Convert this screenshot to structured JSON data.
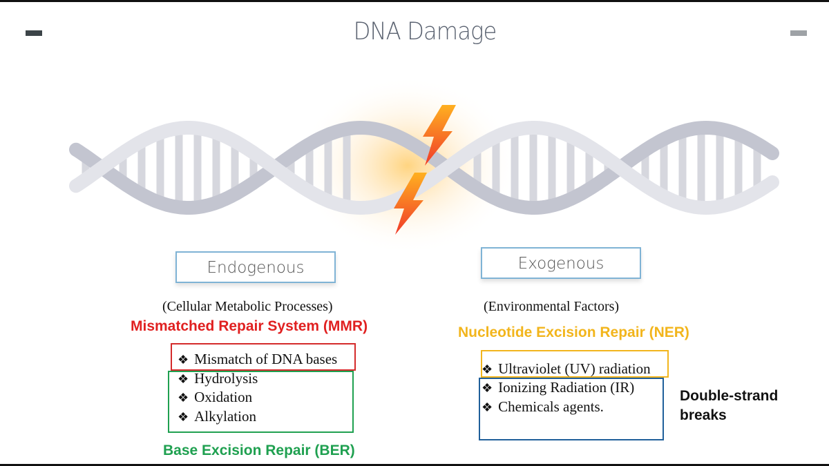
{
  "title": "DNA Damage",
  "colors": {
    "mmr": "#e02020",
    "ber": "#1fa050",
    "ner": "#f2b51c",
    "dsb": "#1f5f9a",
    "category": "#7fb3d5"
  },
  "endogenous": {
    "label": "Endogenous",
    "subtitle": "(Cellular Metabolic Processes)",
    "mmr_label": "Mismatched Repair System (MMR)",
    "mmr_items": [
      "Mismatch of DNA bases"
    ],
    "ber_items": [
      "Hydrolysis",
      "Oxidation",
      "Alkylation"
    ],
    "ber_label": "Base Excision Repair (BER)"
  },
  "exogenous": {
    "label": "Exogenous",
    "subtitle": "(Environmental Factors)",
    "ner_label": "Nucleotide Excision Repair (NER)",
    "ner_items": [
      "Ultraviolet (UV) radiation"
    ],
    "dsb_items": [
      "Ionizing Radiation (IR)",
      "Chemicals agents."
    ],
    "dsb_label_1": "Double-strand",
    "dsb_label_2": "breaks"
  },
  "bullet": "❖"
}
